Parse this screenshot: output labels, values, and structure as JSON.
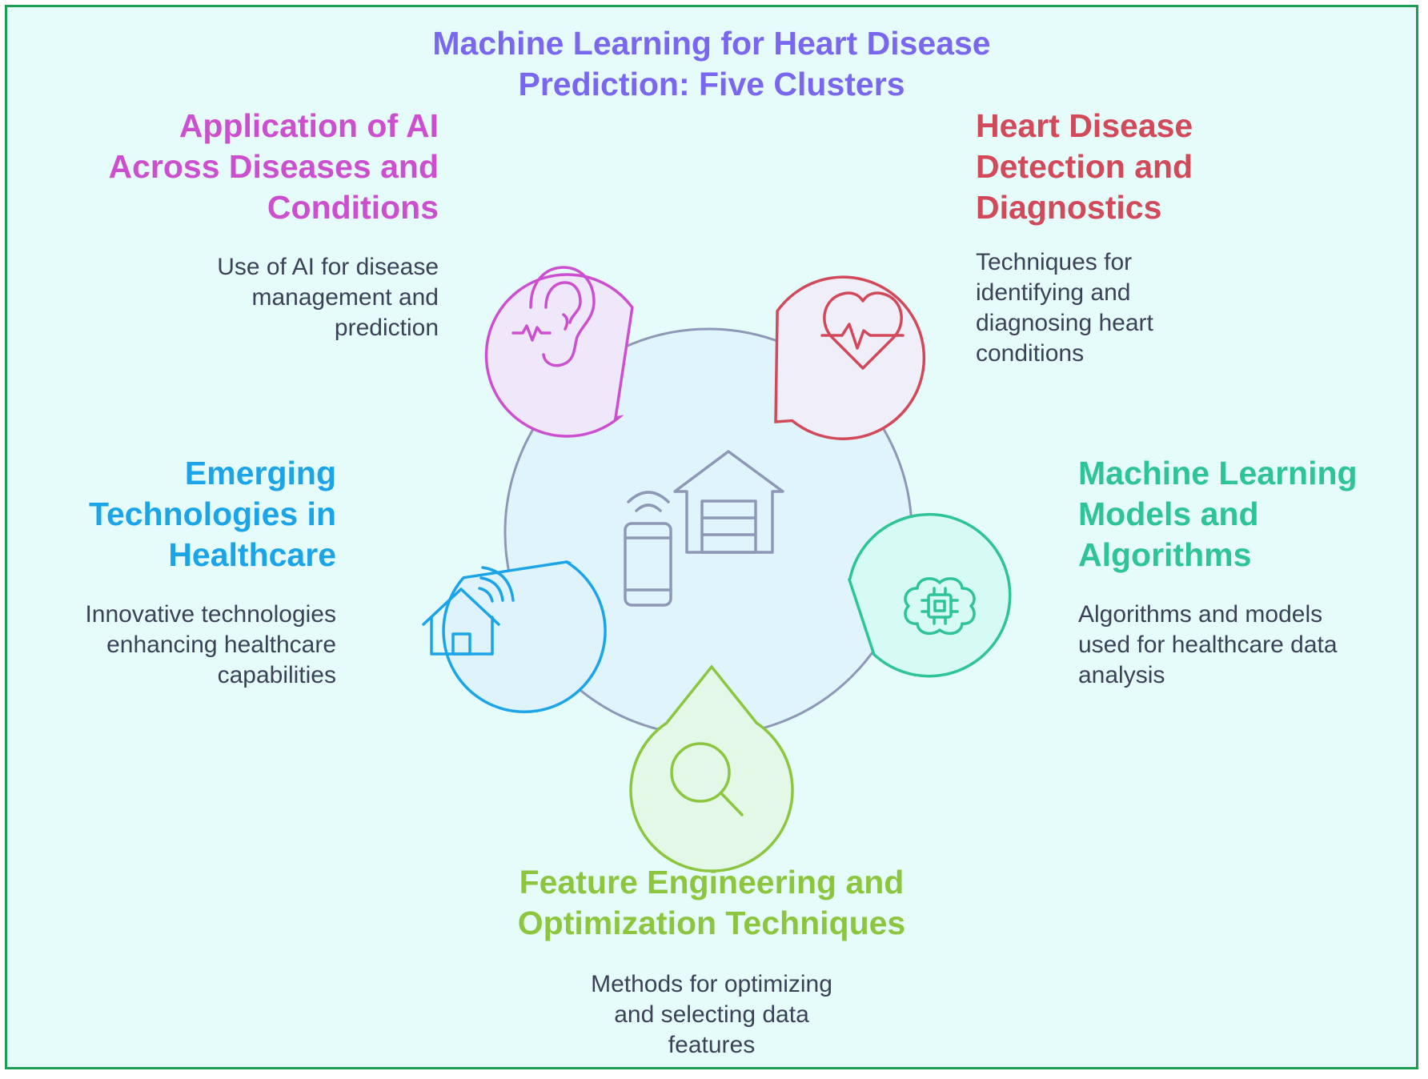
{
  "title": "Machine Learning for Heart Disease\nPrediction: Five Clusters",
  "colors": {
    "title": "#7a67f0",
    "center_stroke": "#8e98b6",
    "center_fill": "#dff5fb",
    "background": "#e6fcfb",
    "border": "#1e9e52"
  },
  "center": {
    "icon": "smart-home-garage-icon"
  },
  "clusters": [
    {
      "id": "ai-diseases",
      "title": "Application of AI\nAcross Diseases and\nConditions",
      "description": "Use of AI for disease\nmanagement and\nprediction",
      "icon": "ear-icon",
      "color": "#cc4fd0",
      "fill": "#efe8fb"
    },
    {
      "id": "heart-detection",
      "title": "Heart Disease\nDetection and\nDiagnostics",
      "description": "Techniques for\nidentifying and\ndiagnosing heart\nconditions",
      "icon": "heartbeat-icon",
      "color": "#d2495a",
      "fill": "#f0eef8"
    },
    {
      "id": "emerging-tech",
      "title": "Emerging\nTechnologies in\nHealthcare",
      "description": "Innovative technologies\nenhancing healthcare\ncapabilities",
      "icon": "smart-home-icon",
      "color": "#1ba4e8",
      "fill": "#dff3fd"
    },
    {
      "id": "ml-models",
      "title": "Machine Learning\nModels and\nAlgorithms",
      "description": "Algorithms and models\nused for healthcare data\nanalysis",
      "icon": "brain-chip-icon",
      "color": "#2ec495",
      "fill": "#d5fbf4"
    },
    {
      "id": "feature-eng",
      "title": "Feature Engineering and\nOptimization Techniques",
      "description": "Methods for optimizing\nand selecting data\nfeatures",
      "icon": "magnifier-icon",
      "color": "#8cc63f",
      "fill": "#e3f8e7"
    }
  ]
}
